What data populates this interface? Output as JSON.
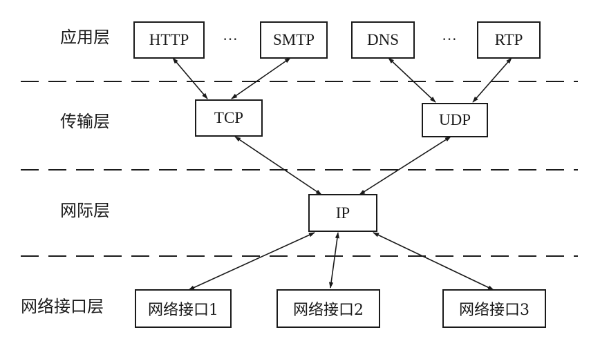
{
  "layers": {
    "application": "应用层",
    "transport": "传输层",
    "internet": "网际层",
    "network_interface": "网络接口层"
  },
  "nodes": {
    "http": "HTTP",
    "smtp": "SMTP",
    "dns": "DNS",
    "rtp": "RTP",
    "tcp": "TCP",
    "udp": "UDP",
    "ip": "IP",
    "nic1": "网络接口1",
    "nic2": "网络接口2",
    "nic3": "网络接口3"
  },
  "ellipses": [
    "···",
    "···"
  ]
}
